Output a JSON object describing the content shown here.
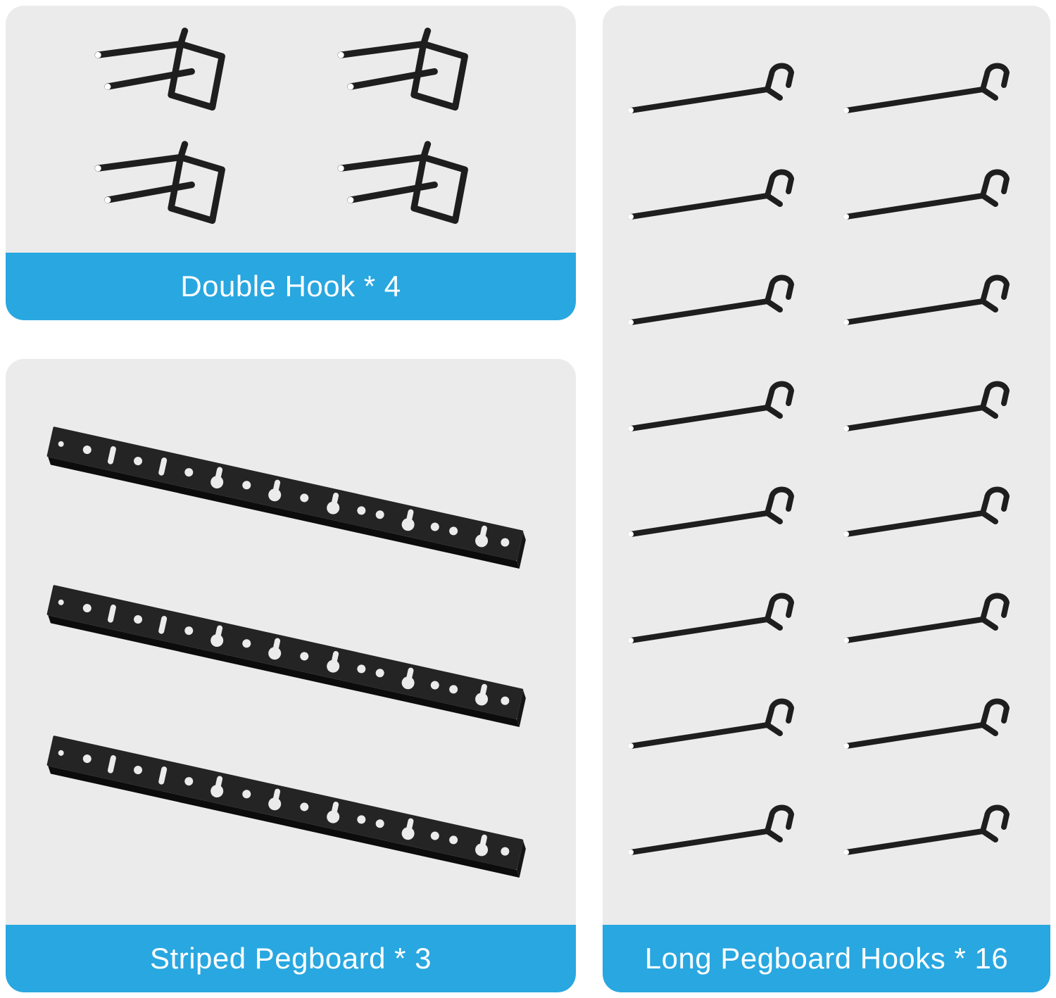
{
  "panels": {
    "double_hook": {
      "label": "Double Hook * 4",
      "count": 4
    },
    "striped_pegboard": {
      "label": "Striped Pegboard * 3",
      "count": 3
    },
    "long_hooks": {
      "label": "Long Pegboard Hooks * 16",
      "count": 16
    }
  },
  "colors": {
    "banner_blue": "#29A7E0",
    "panel_gray": "#EBEBEB",
    "hook_black": "#1E1E1E",
    "label_text": "#FFFFFF"
  }
}
